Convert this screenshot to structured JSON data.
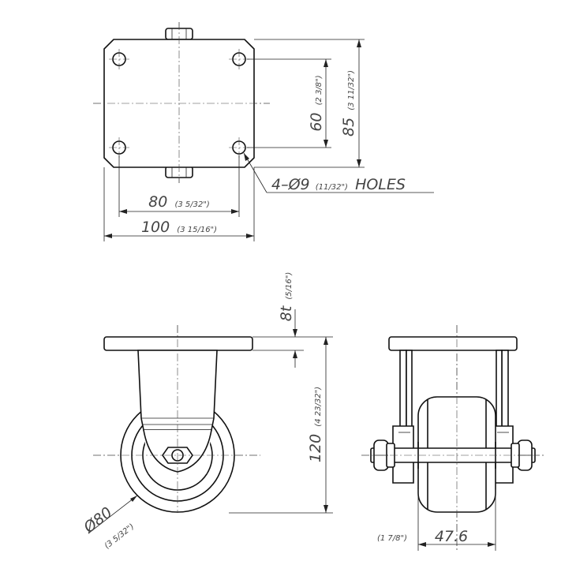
{
  "top_view": {
    "dim_80": {
      "value": "80",
      "imperial": "(3 5/32\")"
    },
    "dim_100": {
      "value": "100",
      "imperial": "(3 15/16\")"
    },
    "dim_60": {
      "value": "60",
      "imperial": "(2 3/8\")"
    },
    "dim_85": {
      "value": "85",
      "imperial": "(3 11/32\")"
    },
    "holes_callout": {
      "prefix": "4–Ø9",
      "imperial": "(11/32\")",
      "suffix": "HOLES"
    }
  },
  "side_view": {
    "dim_8t": {
      "value": "8t",
      "imperial": "(5/16\")"
    },
    "dim_120": {
      "value": "120",
      "imperial": "(4 23/32\")"
    },
    "dim_wheel": {
      "value": "Ø80",
      "imperial": "(3 5/32\")"
    }
  },
  "front_view": {
    "dim_width": {
      "value": "47.6",
      "imperial": "(1 7/8\")"
    }
  }
}
